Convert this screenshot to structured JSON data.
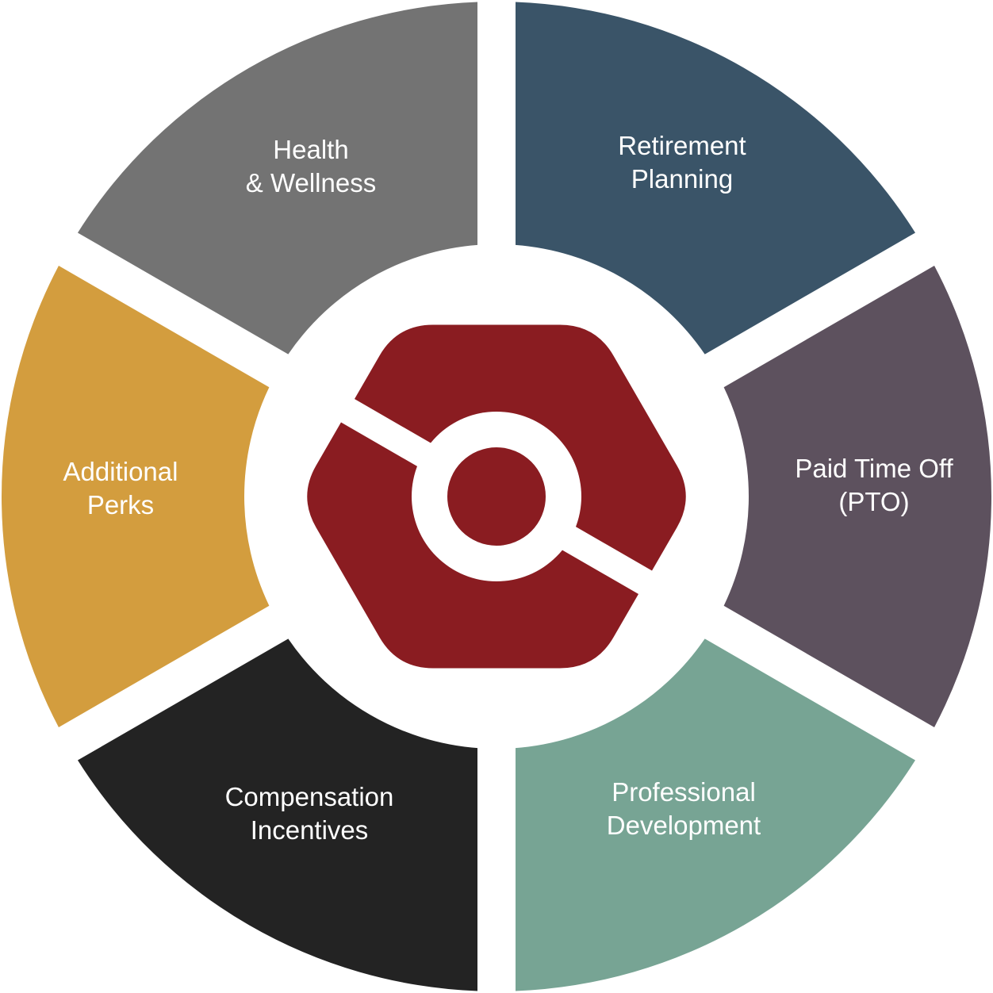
{
  "colors": {
    "background": "#ffffff",
    "hub": "#8a1c21",
    "label_text": "#ffffff"
  },
  "segments": [
    {
      "id": "retirement-planning",
      "lines": [
        "Retirement",
        "Planning"
      ],
      "color": "#3a5468"
    },
    {
      "id": "paid-time-off",
      "lines": [
        "Paid Time Off",
        "(PTO)"
      ],
      "color": "#5d515e"
    },
    {
      "id": "professional-development",
      "lines": [
        "Professional",
        "Development"
      ],
      "color": "#77a494"
    },
    {
      "id": "compensation-incentives",
      "lines": [
        "Compensation",
        "Incentives"
      ],
      "color": "#232323"
    },
    {
      "id": "additional-perks",
      "lines": [
        "Additional",
        "Perks"
      ],
      "color": "#d39d3e"
    },
    {
      "id": "health-wellness",
      "lines": [
        "Health",
        "& Wellness"
      ],
      "color": "#737373"
    }
  ],
  "hub": {
    "icon": "hexagon-eye-logo-icon"
  }
}
